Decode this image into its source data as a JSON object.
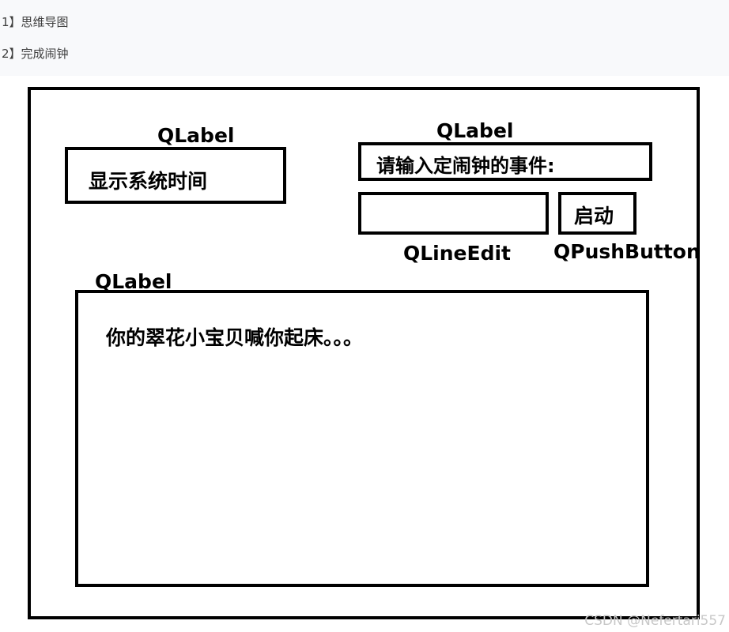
{
  "list": {
    "item1": "1】思维导图",
    "item2": "2】完成闹钟"
  },
  "diagram": {
    "qlabel_time_caption": "QLabel",
    "time_text": "显示系统时间",
    "qlabel_prompt_caption": "QLabel",
    "prompt_text": "请输入定闹钟的事件:",
    "line_edit_caption": "QLineEdit",
    "push_button_caption": "QPushButton",
    "button_text": "启动",
    "qlabel_message_caption": "QLabel",
    "message_text": "你的翠花小宝贝喊你起床。。。"
  },
  "watermark": "CSDN @Nefertari557"
}
